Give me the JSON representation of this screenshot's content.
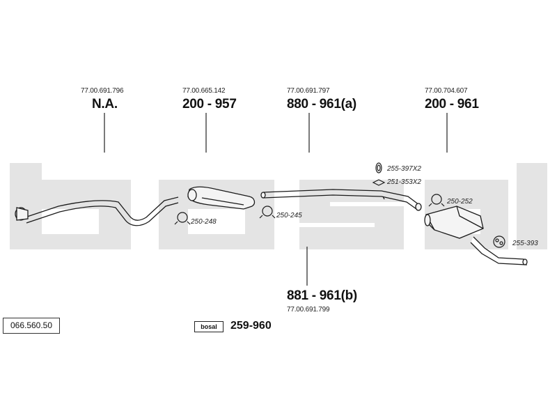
{
  "watermark": {
    "text": "bosal",
    "color": "#e2e2e2"
  },
  "labels": {
    "oe_1": "77.00.691.796",
    "part_1": "N.A.",
    "oe_2": "77.00.665.142",
    "part_2": "200 - 957",
    "oe_3": "77.00.691.797",
    "part_3": "880 - 961(a)",
    "oe_4": "77.00.704.607",
    "part_4": "200 - 961",
    "part_5": "881 - 961(b)",
    "oe_5": "77.00.691.799"
  },
  "accessories": {
    "clamp_250_248": "250-248",
    "clamp_250_245": "250-245",
    "ring_255_397": "255-397X2",
    "gasket_251_353": "251-353X2",
    "clamp_250_252": "250-252",
    "rubber_255_393": "255-393"
  },
  "footer": {
    "kit_code": "066.560.50",
    "badge_text": "bosal",
    "badge_part": "259-960"
  },
  "colors": {
    "line": "#1a1a1a",
    "part_fill": "#f4f4f4",
    "watermark": "#e2e2e2"
  }
}
